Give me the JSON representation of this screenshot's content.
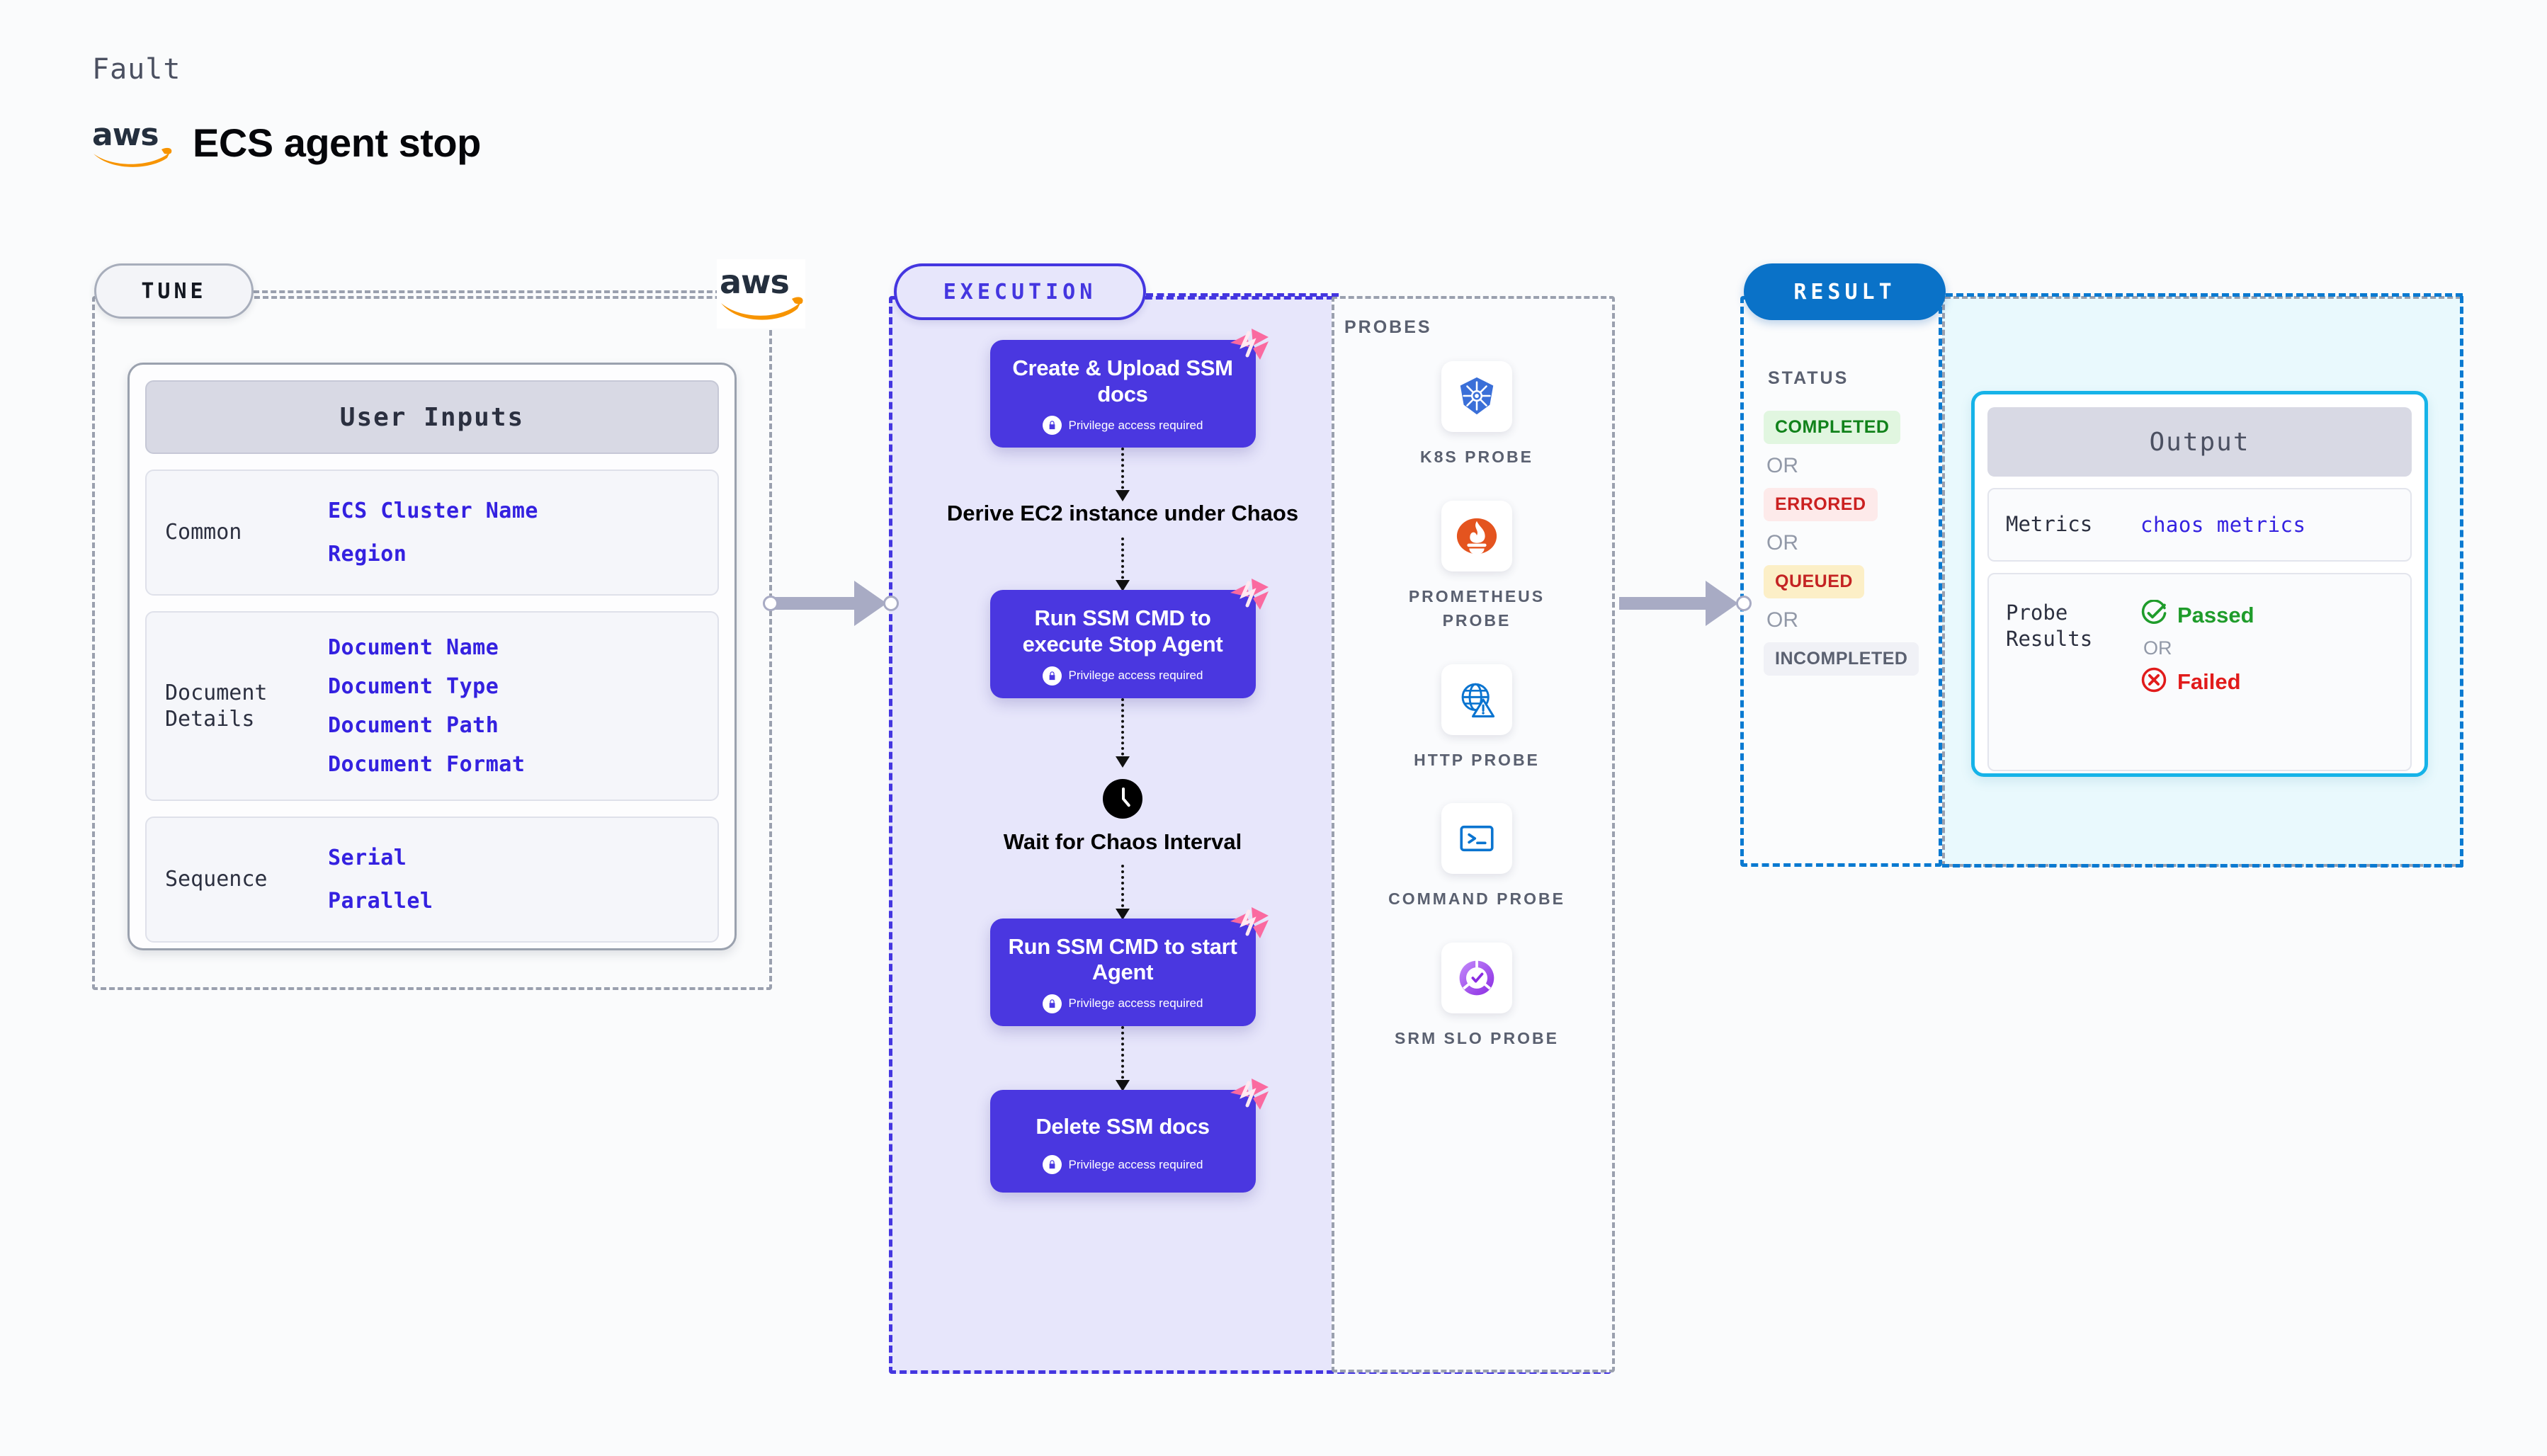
{
  "header": {
    "kicker": "Fault",
    "title": "ECS agent stop",
    "logo": "aws-logo"
  },
  "tune": {
    "pill_label": "TUNE",
    "provider_logo": "aws-logo",
    "card": {
      "title": "User Inputs",
      "groups": [
        {
          "label": "Common",
          "values": [
            "ECS Cluster Name",
            "Region"
          ]
        },
        {
          "label": "Document\nDetails",
          "values": [
            "Document Name",
            "Document Type",
            "Document Path",
            "Document Format"
          ]
        },
        {
          "label": "Sequence",
          "values": [
            "Serial",
            "Parallel"
          ]
        }
      ]
    }
  },
  "execution": {
    "pill_label": "EXECUTION",
    "privilege_note": "Privilege access required",
    "steps": [
      {
        "kind": "card",
        "title": "Create & Upload SSM docs",
        "badge": "harness-badge",
        "lock": true
      },
      {
        "kind": "plain",
        "title": "Derive EC2 instance under Chaos",
        "icon": null
      },
      {
        "kind": "card",
        "title": "Run SSM CMD to execute Stop Agent",
        "badge": "harness-badge",
        "lock": true
      },
      {
        "kind": "plain",
        "title": "Wait for Chaos Interval",
        "icon": "clock-icon"
      },
      {
        "kind": "card",
        "title": "Run SSM CMD to start Agent",
        "badge": "harness-badge",
        "lock": true
      },
      {
        "kind": "card",
        "title": "Delete SSM docs",
        "badge": "harness-badge",
        "lock": true
      }
    ]
  },
  "probes": {
    "section_label": "PROBES",
    "items": [
      {
        "name": "K8S PROBE",
        "icon": "kubernetes-icon"
      },
      {
        "name": "PROMETHEUS PROBE",
        "icon": "prometheus-icon"
      },
      {
        "name": "HTTP PROBE",
        "icon": "http-globe-icon"
      },
      {
        "name": "COMMAND PROBE",
        "icon": "terminal-icon"
      },
      {
        "name": "SRM SLO PROBE",
        "icon": "srm-slo-icon"
      }
    ]
  },
  "result": {
    "pill_label": "RESULT",
    "status_label": "STATUS",
    "or_label": "OR",
    "statuses": [
      {
        "label": "COMPLETED",
        "bg": "#e1f6e0",
        "fg": "#11821b"
      },
      {
        "label": "ERRORED",
        "bg": "#fdeaea",
        "fg": "#cb2020"
      },
      {
        "label": "QUEUED",
        "bg": "#fcefc7",
        "fg": "#c42323"
      },
      {
        "label": "INCOMPLETED",
        "bg": "#f0f1f6",
        "fg": "#5a6070"
      }
    ]
  },
  "output": {
    "title": "Output",
    "metrics_label": "Metrics",
    "metrics_value": "chaos metrics",
    "probe_results_label": "Probe\nResults",
    "passed_label": "Passed",
    "failed_label": "Failed",
    "or_label": "OR"
  },
  "colors": {
    "accent_purple": "#4a37e0",
    "accent_blue": "#0a72c8",
    "accent_cyan": "#16b3e8",
    "aws_orange": "#f79400",
    "harness_pink": "#fa6aa0",
    "pass_green": "#1f9c2b",
    "fail_red": "#e11b1b"
  }
}
